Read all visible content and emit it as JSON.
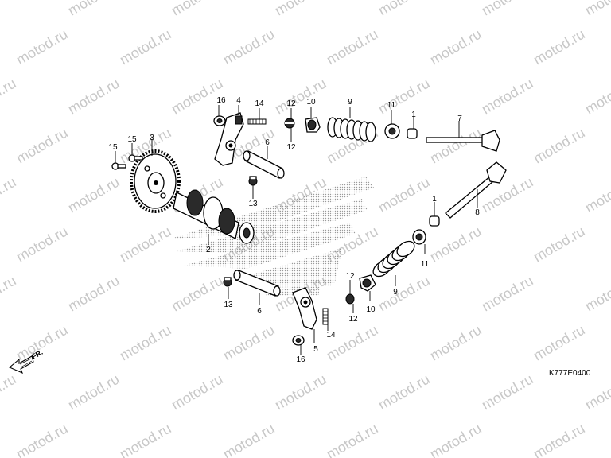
{
  "watermark": {
    "text": "motod.ru"
  },
  "diagram_code": "K777E0400",
  "front_marker": {
    "label": "FR.",
    "icon": "front-arrow-icon"
  },
  "labels": {
    "p1a": "1",
    "p1b": "1",
    "p2": "2",
    "p3": "3",
    "p4": "4",
    "p5": "5",
    "p6a": "6",
    "p6b": "6",
    "p7": "7",
    "p8": "8",
    "p9a": "9",
    "p9b": "9",
    "p10a": "10",
    "p10b": "10",
    "p11a": "11",
    "p11b": "11",
    "p12a": "12",
    "p12b": "12",
    "p12c": "12",
    "p12d": "12",
    "p13a": "13",
    "p13b": "13",
    "p14a": "14",
    "p14b": "14",
    "p15a": "15",
    "p15b": "15",
    "p16a": "16",
    "p16b": "16"
  },
  "colors": {
    "ink": "#000000",
    "watermark": "#c8c8c8",
    "logo_dots": "#9a9a9a"
  }
}
